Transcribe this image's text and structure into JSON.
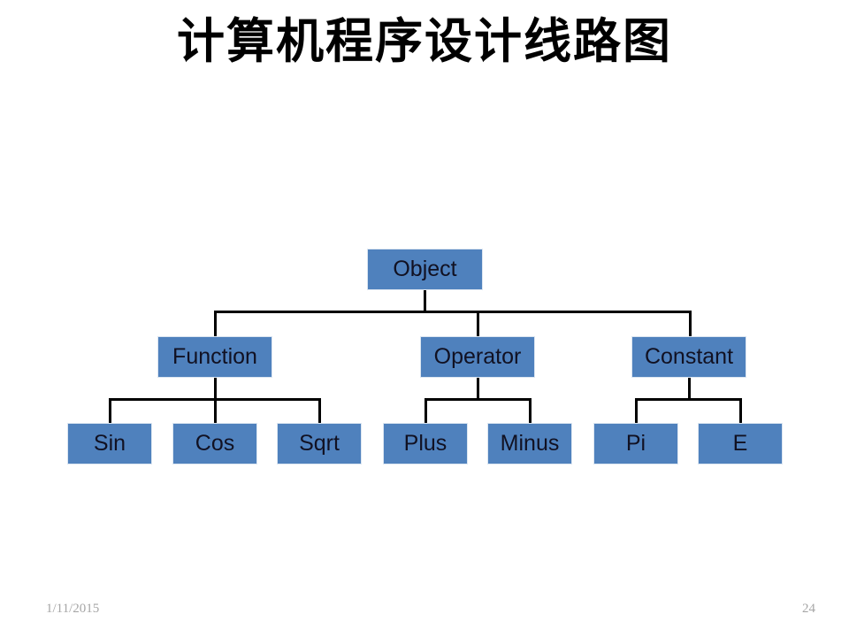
{
  "slide": {
    "title": "计算机程序设计线路图",
    "page_number": "24",
    "date": "1/11/2015",
    "background_color": "#ffffff",
    "title_color": "#000000",
    "footer_color": "#a6a6a6"
  },
  "diagram": {
    "type": "tree",
    "node_fill_color": "#4f81bd",
    "node_border_color": "#dce6f1",
    "node_text_color": "#111122",
    "connector_color": "#000000",
    "root": {
      "label": "Object"
    },
    "level2": [
      {
        "label": "Function"
      },
      {
        "label": "Operator"
      },
      {
        "label": "Constant"
      }
    ],
    "level3": [
      {
        "label": "Sin",
        "parent": "Function"
      },
      {
        "label": "Cos",
        "parent": "Function"
      },
      {
        "label": "Sqrt",
        "parent": "Function"
      },
      {
        "label": "Plus",
        "parent": "Operator"
      },
      {
        "label": "Minus",
        "parent": "Operator"
      },
      {
        "label": "Pi",
        "parent": "Constant"
      },
      {
        "label": "E",
        "parent": "Constant"
      }
    ]
  }
}
